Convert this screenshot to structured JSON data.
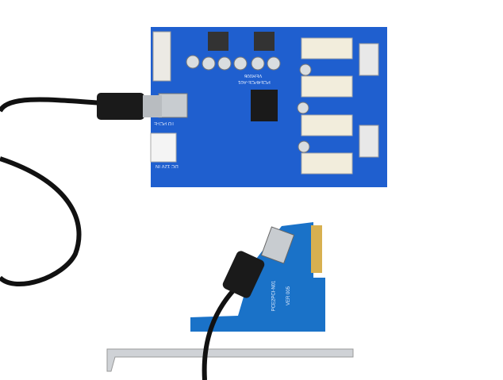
{
  "board_main": {
    "model": "PCE4PCE-A01",
    "version": "VER006",
    "port_label": "TO PCI-E",
    "power_label": "DC 12V IN"
  },
  "board_adapter": {
    "model": "PCE2PCI-N01",
    "version": "VER 005"
  },
  "colors": {
    "pcb": "#1f5fcf",
    "adapter_pcb": "#1a72c8",
    "cable": "#111111",
    "slot": "#f2eddc",
    "bracket": "#cfd2d6"
  }
}
